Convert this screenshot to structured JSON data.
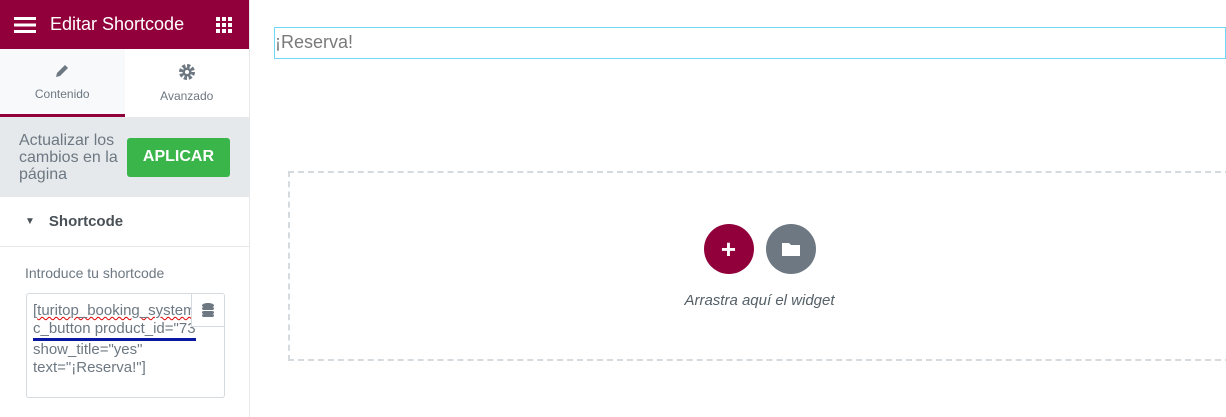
{
  "header": {
    "title": "Editar Shortcode"
  },
  "tabs": [
    {
      "label": "Contenido"
    },
    {
      "label": "Avanzado"
    }
  ],
  "apply": {
    "text": "Actualizar los cambios en la página",
    "button": "APLICAR"
  },
  "section": {
    "title": "Shortcode"
  },
  "field": {
    "label": "Introduce tu shortcode",
    "value_lines": [
      "[turitop_booking_system",
      "c_button product_id=\"73",
      "show_title=\"yes\"",
      "text=\"¡Reserva!\"]"
    ]
  },
  "canvas": {
    "rendered_text": "¡Reserva!",
    "drop_text": "Arrastra aquí el widget"
  },
  "colors": {
    "brand": "#92003b",
    "apply": "#39b54a"
  }
}
